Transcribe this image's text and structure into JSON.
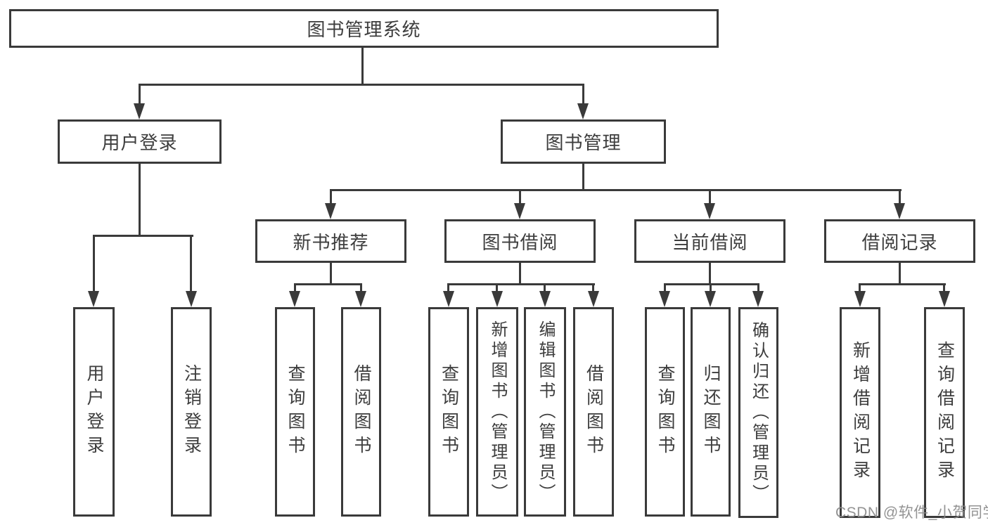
{
  "diagram_title": "图书管理系统",
  "tree": {
    "root": {
      "label": "图书管理系统"
    },
    "branches": [
      {
        "label": "用户登录",
        "children": [
          {
            "label": "用户登录"
          },
          {
            "label": "注销登录"
          }
        ]
      },
      {
        "label": "图书管理",
        "children": [
          {
            "label": "新书推荐",
            "children": [
              {
                "label": "查询图书"
              },
              {
                "label": "借阅图书"
              }
            ]
          },
          {
            "label": "图书借阅",
            "children": [
              {
                "label": "查询图书"
              },
              {
                "label": "新增图书（管理员）"
              },
              {
                "label": "编辑图书（管理员）"
              },
              {
                "label": "借阅图书"
              }
            ]
          },
          {
            "label": "当前借阅",
            "children": [
              {
                "label": "查询图书"
              },
              {
                "label": "归还图书"
              },
              {
                "label": "确认归还（管理员）"
              }
            ]
          },
          {
            "label": "借阅记录",
            "children": [
              {
                "label": "新增借阅记录"
              },
              {
                "label": "查询借阅记录"
              }
            ]
          }
        ]
      }
    ]
  },
  "watermark": "CSDN @软件_小贺同学",
  "colors": {
    "line": "#3a3a3a",
    "text": "#3d3d3d",
    "background": "#ffffff",
    "watermark": "#8a8a8a"
  }
}
